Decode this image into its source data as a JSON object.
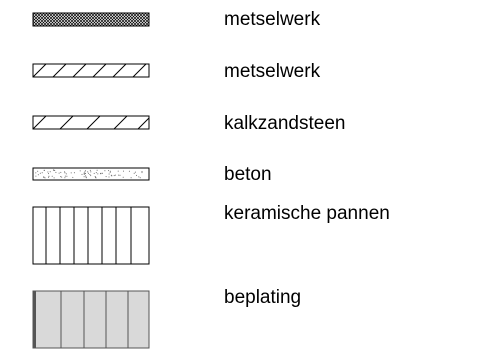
{
  "legend": {
    "items": [
      {
        "key": "masonry-dense",
        "pattern": "crosshatch",
        "label": "metselwerk"
      },
      {
        "key": "masonry",
        "pattern": "diagonal-dense",
        "label": "metselwerk"
      },
      {
        "key": "sand-lime-brick",
        "pattern": "diagonal-sparse",
        "label": "kalkzandsteen"
      },
      {
        "key": "concrete",
        "pattern": "stipple",
        "label": "beton"
      },
      {
        "key": "ceramic-tiles",
        "pattern": "vertical-lines",
        "label": "keramische pannen"
      },
      {
        "key": "cladding",
        "pattern": "grey-panels",
        "label": "beplating"
      }
    ]
  },
  "colors": {
    "stroke": "#000000",
    "panel_fill": "#d9d9d9",
    "panel_edge": "#555555"
  }
}
